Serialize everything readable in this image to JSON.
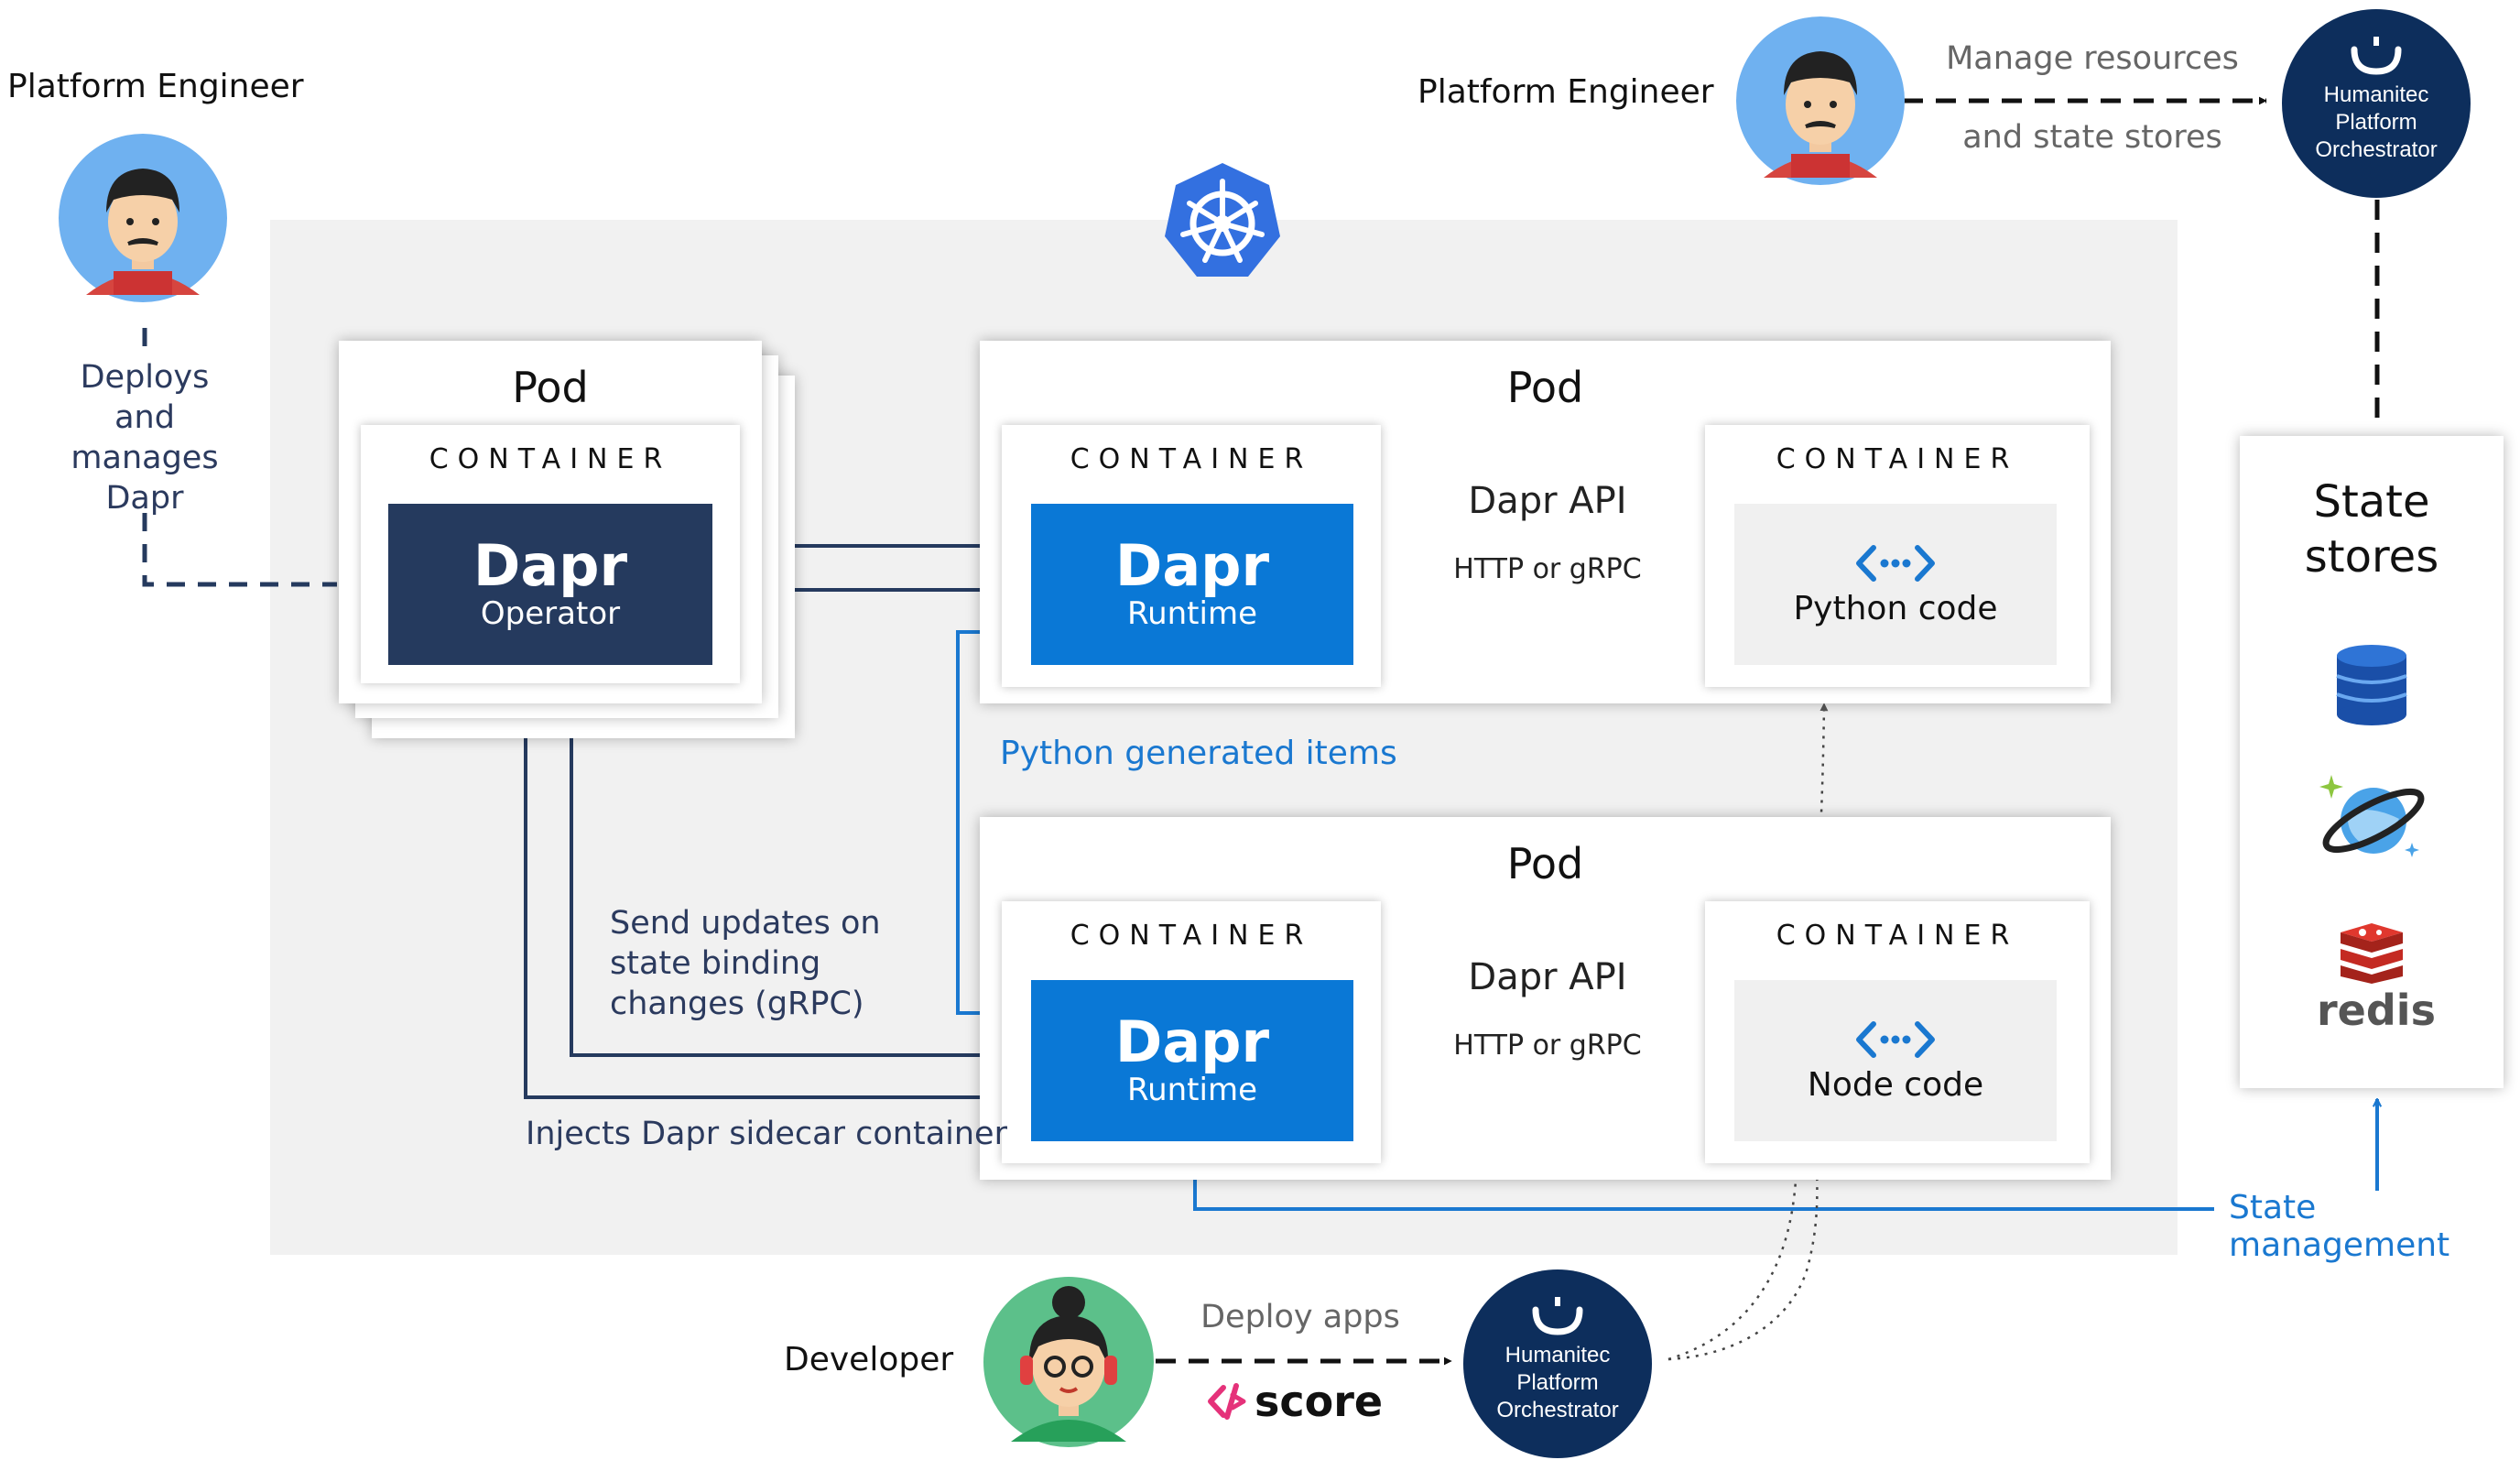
{
  "platform_engineer_left": {
    "label": "Platform Engineer",
    "action": [
      "Deploys",
      "and",
      "manages",
      "Dapr"
    ]
  },
  "platform_engineer_right": {
    "label": "Platform Engineer",
    "action_line1": "Manage resources",
    "action_line2": "and state stores"
  },
  "orchestrator": {
    "line1": "Humanitec",
    "line2": "Platform",
    "line3": "Orchestrator"
  },
  "pod_operator": {
    "title": "Pod",
    "container_label": "CONTAINER",
    "box_title": "Dapr",
    "box_subtitle": "Operator"
  },
  "pod_python": {
    "title": "Pod",
    "runtime_container_label": "CONTAINER",
    "runtime_title": "Dapr",
    "runtime_subtitle": "Runtime",
    "api_title": "Dapr API",
    "api_subtitle": "HTTP or gRPC",
    "code_container_label": "CONTAINER",
    "code_label": "Python code"
  },
  "pod_node": {
    "title": "Pod",
    "runtime_container_label": "CONTAINER",
    "runtime_title": "Dapr",
    "runtime_subtitle": "Runtime",
    "api_title": "Dapr API",
    "api_subtitle": "HTTP or gRPC",
    "code_container_label": "CONTAINER",
    "code_label": "Node code"
  },
  "edges": {
    "python_generated": "Python generated items",
    "send_updates": [
      "Send updates on",
      "state binding",
      "changes (gRPC)"
    ],
    "injects": "Injects Dapr sidecar container",
    "state_management": "State management"
  },
  "state_stores": {
    "title_line1": "State",
    "title_line2": "stores",
    "redis_label": "redis",
    "icons": [
      "database-icon",
      "cosmos-planet-icon",
      "redis-icon"
    ]
  },
  "developer": {
    "label": "Developer",
    "action": "Deploy apps",
    "score_label": "score"
  },
  "colors": {
    "navy": "#253a5e",
    "dapr_blue": "#0a78d6",
    "orchestrator": "#0d2e5c",
    "link_blue": "#1a78d0",
    "cluster_bg": "#f1f1f1"
  }
}
